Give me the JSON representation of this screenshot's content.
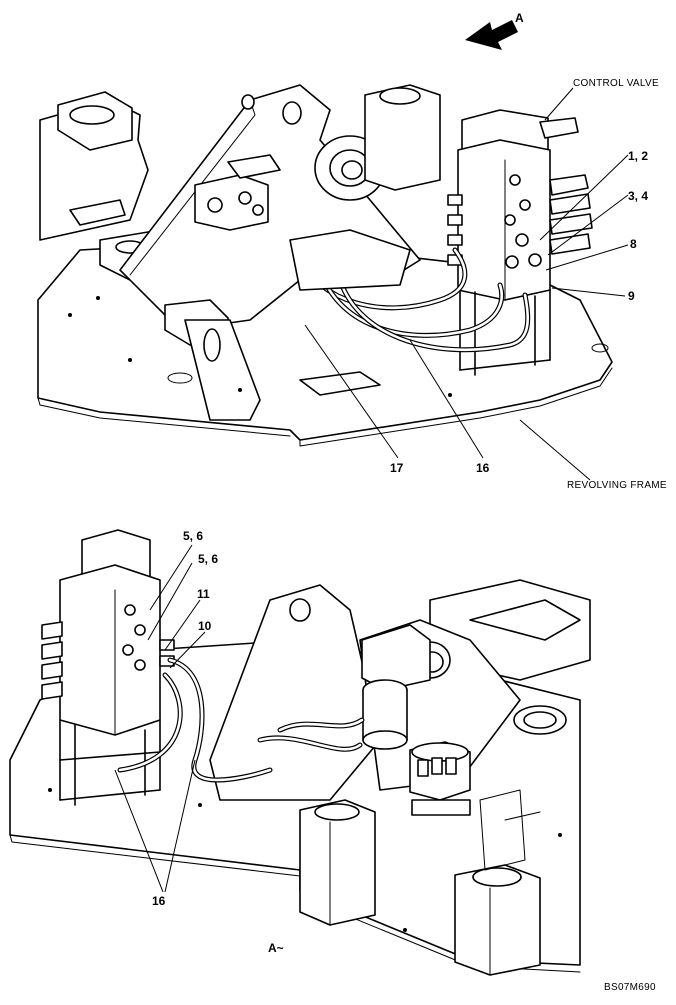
{
  "labels": {
    "view_arrow": "A",
    "control_valve": "CONTROL VALVE",
    "item_1_2": "1, 2",
    "item_3_4": "3, 4",
    "item_8": "8",
    "item_9": "9",
    "item_16_top": "16",
    "item_17": "17",
    "revolving_frame": "REVOLVING FRAME",
    "item_5_6_a": "5, 6",
    "item_5_6_b": "5, 6",
    "item_11": "11",
    "item_10": "10",
    "item_16_bottom": "16",
    "view_a": "A~",
    "drawing_code": "BS07M690"
  }
}
